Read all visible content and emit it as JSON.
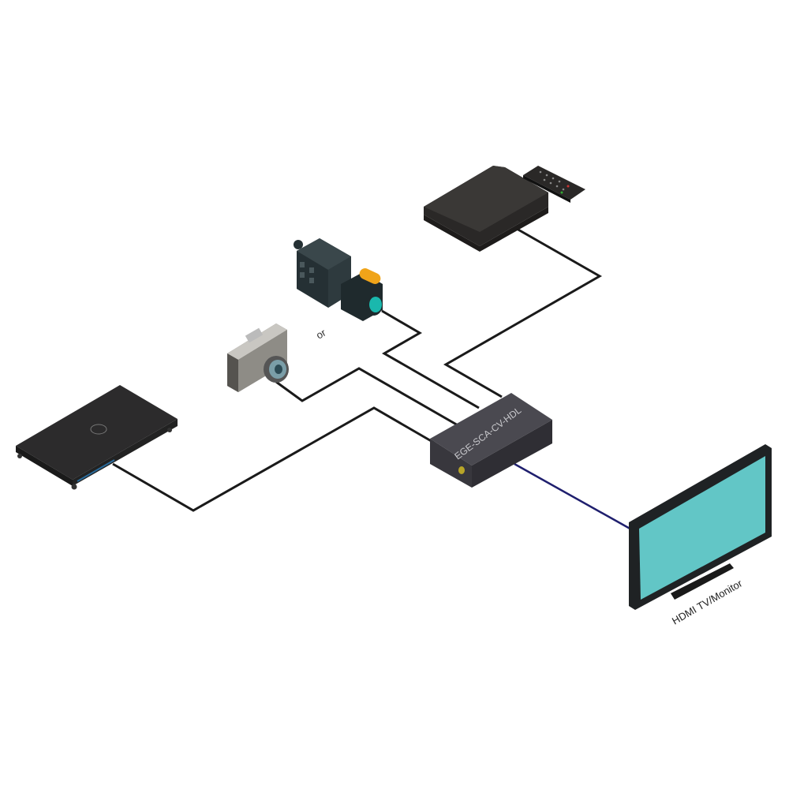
{
  "converter": {
    "label": "EGE-SCA-CV-HDL"
  },
  "separator": {
    "label": "or"
  },
  "display": {
    "label": "HDMI TV/Monitor"
  },
  "colors": {
    "cable": "#1a1a1a",
    "hdmi_cable": "#1f1f6e",
    "screen": "#62c6c6",
    "box_top": "#4a4950",
    "box_side": "#38373d",
    "led": "#b8a528"
  }
}
